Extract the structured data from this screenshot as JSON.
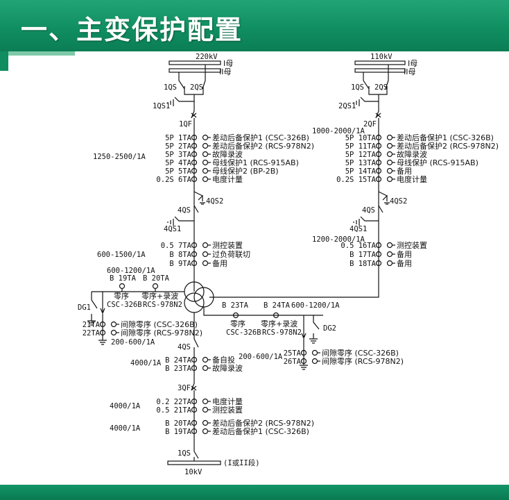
{
  "title": "一、主变保护配置",
  "left": {
    "voltage": "220kV",
    "bus1": "I母",
    "bus2": "II母",
    "sw1": "1QS",
    "sw2": "2QS",
    "earth1": "1QS1",
    "breaker": "1QF",
    "ct_ratio": "1250-2500/1A",
    "cts": [
      {
        "cls": "5P",
        "id": "1TA",
        "label": "差动后备保护1 (CSC-326B)"
      },
      {
        "cls": "5P",
        "id": "2TA",
        "label": "差动后备保护2 (RCS-978N2)"
      },
      {
        "cls": "5P",
        "id": "3TA",
        "label": "故障录波"
      },
      {
        "cls": "5P",
        "id": "4TA",
        "label": "母线保护1 (RCS-915AB)"
      },
      {
        "cls": "5P",
        "id": "5TA",
        "label": "母线保护2 (BP-2B)"
      },
      {
        "cls": "0.2S",
        "id": "6TA",
        "label": "电度计量"
      }
    ],
    "earth2": "4QS2",
    "sw4": "4QS",
    "earth3": "4QS1",
    "ct_ratio2": "600-1500/1A",
    "cts2": [
      {
        "cls": "0.5",
        "id": "7TA",
        "label": "测控装置"
      },
      {
        "cls": "B",
        "id": "8TA",
        "label": "过负荷联切"
      },
      {
        "cls": "B",
        "id": "9TA",
        "label": "备用"
      }
    ]
  },
  "right": {
    "voltage": "110kV",
    "bus1": "I母",
    "bus2": "II母",
    "sw1": "1QS",
    "sw2": "2QS",
    "earth1": "2QS1",
    "breaker": "2QF",
    "ct_ratio": "1000-2000/1A",
    "cts": [
      {
        "cls": "5P",
        "id": "10TA",
        "label": "差动后备保护1 (CSC-326B)"
      },
      {
        "cls": "5P",
        "id": "11TA",
        "label": "差动后备保护2 (RCS-978N2)"
      },
      {
        "cls": "5P",
        "id": "12TA",
        "label": "故障录波"
      },
      {
        "cls": "5P",
        "id": "13TA",
        "label": "母线保护 (RCS-915AB)"
      },
      {
        "cls": "5P",
        "id": "14TA",
        "label": "备用"
      },
      {
        "cls": "0.2S",
        "id": "15TA",
        "label": "电度计量"
      }
    ],
    "earth2": "4QS2",
    "sw4": "4QS",
    "earth3": "4QS1",
    "ct_ratio2": "1200-2000/1A",
    "cts2": [
      {
        "cls": "0.5",
        "id": "16TA",
        "label": "测控装置"
      },
      {
        "cls": "B",
        "id": "17TA",
        "label": "备用"
      },
      {
        "cls": "B",
        "id": "18TA",
        "label": "备用"
      }
    ]
  },
  "neutral_hv": {
    "ratio": "600-1200/1A",
    "ct1": "B 19TA",
    "ct2": "B 20TA",
    "label1": "零序",
    "label2": "零序+录波",
    "dev1": "CSC-326B",
    "dev2": "RCS-978N2",
    "dg": "DG1"
  },
  "neutral_mv": {
    "ct1": "B 23TA",
    "ct2": "B 24TA",
    "ratio": "600-1200/1A",
    "label1": "零序",
    "label2": "零序+录波",
    "dev1": "CSC-326B",
    "dev2": "RCS-978N2",
    "dg": "DG2"
  },
  "gap_left": {
    "cts": [
      {
        "id": "21TA",
        "label": "间隙零序 (CSC-326B)"
      },
      {
        "id": "22TA",
        "label": "间隙零序 (RCS-978N2)"
      }
    ],
    "ratio": "200-600/1A"
  },
  "gap_right": {
    "ratio": "200-600/1A",
    "cts": [
      {
        "id": "25TA",
        "label": "间隙零序 (CSC-326B)"
      },
      {
        "id": "26TA",
        "label": "间隙零序 (RCS-978N2)"
      }
    ]
  },
  "lv": {
    "sw4": "4QS",
    "ratio1": "4000/1A",
    "cts1": [
      {
        "cls": "B",
        "id": "24TA",
        "label": "备自投"
      },
      {
        "cls": "B",
        "id": "23TA",
        "label": "故障录波"
      }
    ],
    "breaker": "3QF",
    "ratio2": "4000/1A",
    "cts2": [
      {
        "cls": "0.2",
        "id": "22TA",
        "label": "电度计量"
      },
      {
        "cls": "0.5",
        "id": "21TA",
        "label": "测控装置"
      }
    ],
    "ratio3": "4000/1A",
    "cts3": [
      {
        "cls": "B",
        "id": "20TA",
        "label": "差动后备保护2 (RCS-978N2)"
      },
      {
        "cls": "B",
        "id": "19TA",
        "label": "差动后备保护1 (CSC-326B)"
      }
    ],
    "sw1": "1QS",
    "bus_label": "(I或II段)",
    "voltage": "10kV"
  }
}
